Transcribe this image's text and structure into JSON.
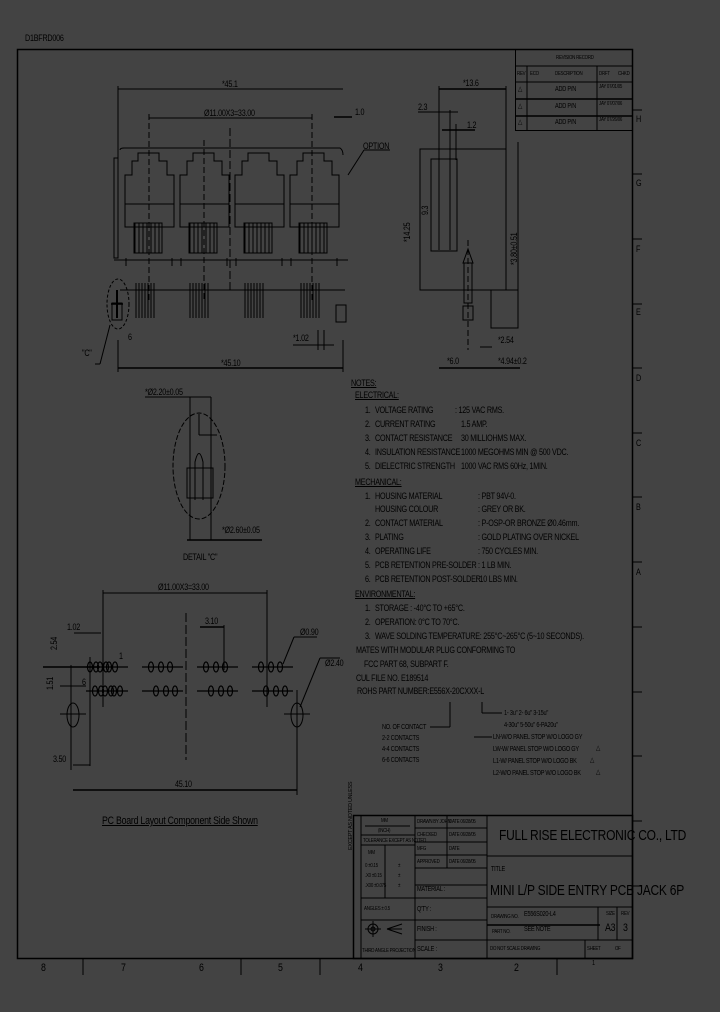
{
  "drawing_id": "D1BFRD006",
  "dimensions": {
    "top_overall": "*45.1",
    "pitch": "Ø11.00X3=33.00",
    "option_gap": "1.0",
    "option_label": "OPTION",
    "side_width": "*13.6",
    "side_a": "2.3",
    "side_b": "1.2",
    "side_height": "*14.25",
    "side_inner": "9.3",
    "side_right": "*3.80±0.51",
    "side_pin": "*2.54",
    "side_bottom_left": "*6.0",
    "side_bottom_right": "*4.94±0.2",
    "front_pin_pitch": "*1.02",
    "front_overall": "*45.10",
    "front_pin_label": "6",
    "detail_ref": "\"C\"",
    "detail_top": "*Ø2.20±0.05",
    "detail_bottom": "*Ø2.60±0.05",
    "detail_title": "DETAIL \"C\""
  },
  "revision": {
    "title": "REVISION RECORD",
    "headers": [
      "REV",
      "ECO",
      "DESCRIPTION",
      "DRFT",
      "CHKD"
    ],
    "rows": [
      {
        "rev": "1",
        "eco": "",
        "desc": "ADD P/N",
        "drft": "JAY 07/01/05"
      },
      {
        "rev": "2",
        "eco": "",
        "desc": "ADD P/N",
        "drft": "JAY 07/07/06"
      },
      {
        "rev": "3",
        "eco": "",
        "desc": "ADD P/N",
        "drft": "JAY 07/26/06"
      }
    ]
  },
  "notes": {
    "title": "NOTES:",
    "electrical_title": "ELECTRICAL:",
    "electrical": [
      {
        "n": "1.",
        "k": "VOLTAGE RATING",
        "v": ": 125 VAC RMS."
      },
      {
        "n": "2.",
        "k": "CURRENT RATING",
        "v": "1.5 AMP."
      },
      {
        "n": "3.",
        "k": "CONTACT RESISTANCE",
        "v": "30 MILLIOHMS MAX."
      },
      {
        "n": "4.",
        "k": "INSULATION RESISTANCE",
        "v": "1000 MEGOHMS MIN @ 500 VDC."
      },
      {
        "n": "5.",
        "k": "DIELECTRIC STRENGTH",
        "v": "1000 VAC RMS 60Hz, 1MIN."
      }
    ],
    "mechanical_title": "MECHANICAL:",
    "mechanical": [
      {
        "n": "1.",
        "k": "HOUSING MATERIAL",
        "v": ": PBT 94V-0."
      },
      {
        "n": "",
        "k": "HOUSING COLOUR",
        "v": ": GREY OR BK."
      },
      {
        "n": "2.",
        "k": "CONTACT MATERIAL",
        "v": ": P-OSP-OR BRONZE Ø0.46mm."
      },
      {
        "n": "3.",
        "k": "PLATING",
        "v": ": GOLD PLATING OVER NICKEL"
      },
      {
        "n": "4.",
        "k": "OPERATING LIFE",
        "v": ": 750 CYCLES MIN."
      },
      {
        "n": "5.",
        "k": "PCB RETENTION PRE-SOLDER",
        "v": ": 1 LB MIN."
      },
      {
        "n": "6.",
        "k": "PCB RETENTION POST-SOLDER",
        "v": ": 10 LBS MIN."
      }
    ],
    "environmental_title": "ENVIRONMENTAL:",
    "environmental": [
      {
        "n": "1.",
        "k": "STORAGE : -40°C TO +65°C."
      },
      {
        "n": "2.",
        "k": "OPERATION: 0°C TO 70°C."
      },
      {
        "n": "3.",
        "k": "WAVE SOLDING TEMPERATURE:  255°C~265°C (5~10 SECONDS)."
      }
    ],
    "mates": "MATES WITH MODULAR PLUG CONFORMING TO",
    "fcc": "FCC PART 68, SUBPART F.",
    "cul": "CUL FILE NO. E189514",
    "rohs": "ROHS PART NUMBER:E556X-20CXXX-L",
    "contacts_title": "NO. OF CONTACT",
    "contacts": [
      "2-2 CONTACTS",
      "4-4 CONTACTS",
      "6-6 CONTACTS"
    ],
    "plating_codes_1": "1- 3u\" 2- 6u\" 3-15u\"",
    "plating_codes_2": "4-30u\" 5-50u\" 6-PA20u\"",
    "suffix_codes": [
      "LN-W/O PANEL STOP W/O LOGO GY",
      "LW-W/ PANEL STOP W/O LOGO GY",
      "L1-W/ PANEL STOP W/O LOGO BK",
      "L2-W/O PANEL STOP W/O LOGO BK"
    ]
  },
  "pcb_layout": {
    "pitch": "Ø11.00X3=33.00",
    "pin_pitch": "1.02",
    "row_offset": "2.54",
    "row_gap": "1.51",
    "pin_diam": "Ø0.90",
    "pin_ref": "3.10",
    "hole_diam": "Ø2.40",
    "left_offset": "3.50",
    "overall": "45.10",
    "pin1": "1",
    "pin6": "6",
    "caption": "PC Board Layout Component Side Shown"
  },
  "title_block": {
    "unit_label": "MM",
    "unit_sub": "(INCH)",
    "tolerance_hdr": "TOLERANCE EXCEPT AS NOTED",
    "tol_rows": [
      {
        "a": "MM",
        "b": ""
      },
      {
        "a": "0  ±0.15",
        "b": "±"
      },
      {
        "a": ".X0  ±0.15",
        "b": "±"
      },
      {
        "a": ".X00  ±0.075",
        "b": "±"
      }
    ],
    "angles": "ANGLES ± 0.5",
    "projection": "THIRD ANGLE PROJECTION",
    "sidebar": "EXCEPT AS NOTED UNLESS",
    "drawn": "DRAWN BY JOHN",
    "date1": "DATE 06/28/05",
    "checked": "CHECKED",
    "date2": "DATE 06/28/05",
    "mfg": "MFG",
    "date3": "DATE",
    "approved": "APPROVED",
    "date4": "DATE 06/28/05",
    "material": "MATERIAL :",
    "qty": "Q'TY :",
    "finish": "FINISH :",
    "scale": "SCALE :",
    "company": "FULL RISE ELECTRONIC CO., LTD",
    "title_label": "TITLE",
    "title": "MINI L/P SIDE ENTRY PCB JACK 6P",
    "drawing_no_label": "DRAWING NO.",
    "drawing_no": "E556S020-L4",
    "part_no_label": "PART NO.",
    "part_no": "SEE NOTE",
    "size_label": "SIZE",
    "size": "A3",
    "rev_label": "REV",
    "rev": "3",
    "note": "DO NOT SCALE DRAWING",
    "sheet": "SHEET",
    "of": "OF"
  },
  "zones": {
    "bottom": [
      "8",
      "7",
      "6",
      "5",
      "4",
      "3",
      "2",
      "1"
    ],
    "right": [
      "H",
      "G",
      "F",
      "E",
      "D",
      "C",
      "B",
      "A"
    ]
  }
}
